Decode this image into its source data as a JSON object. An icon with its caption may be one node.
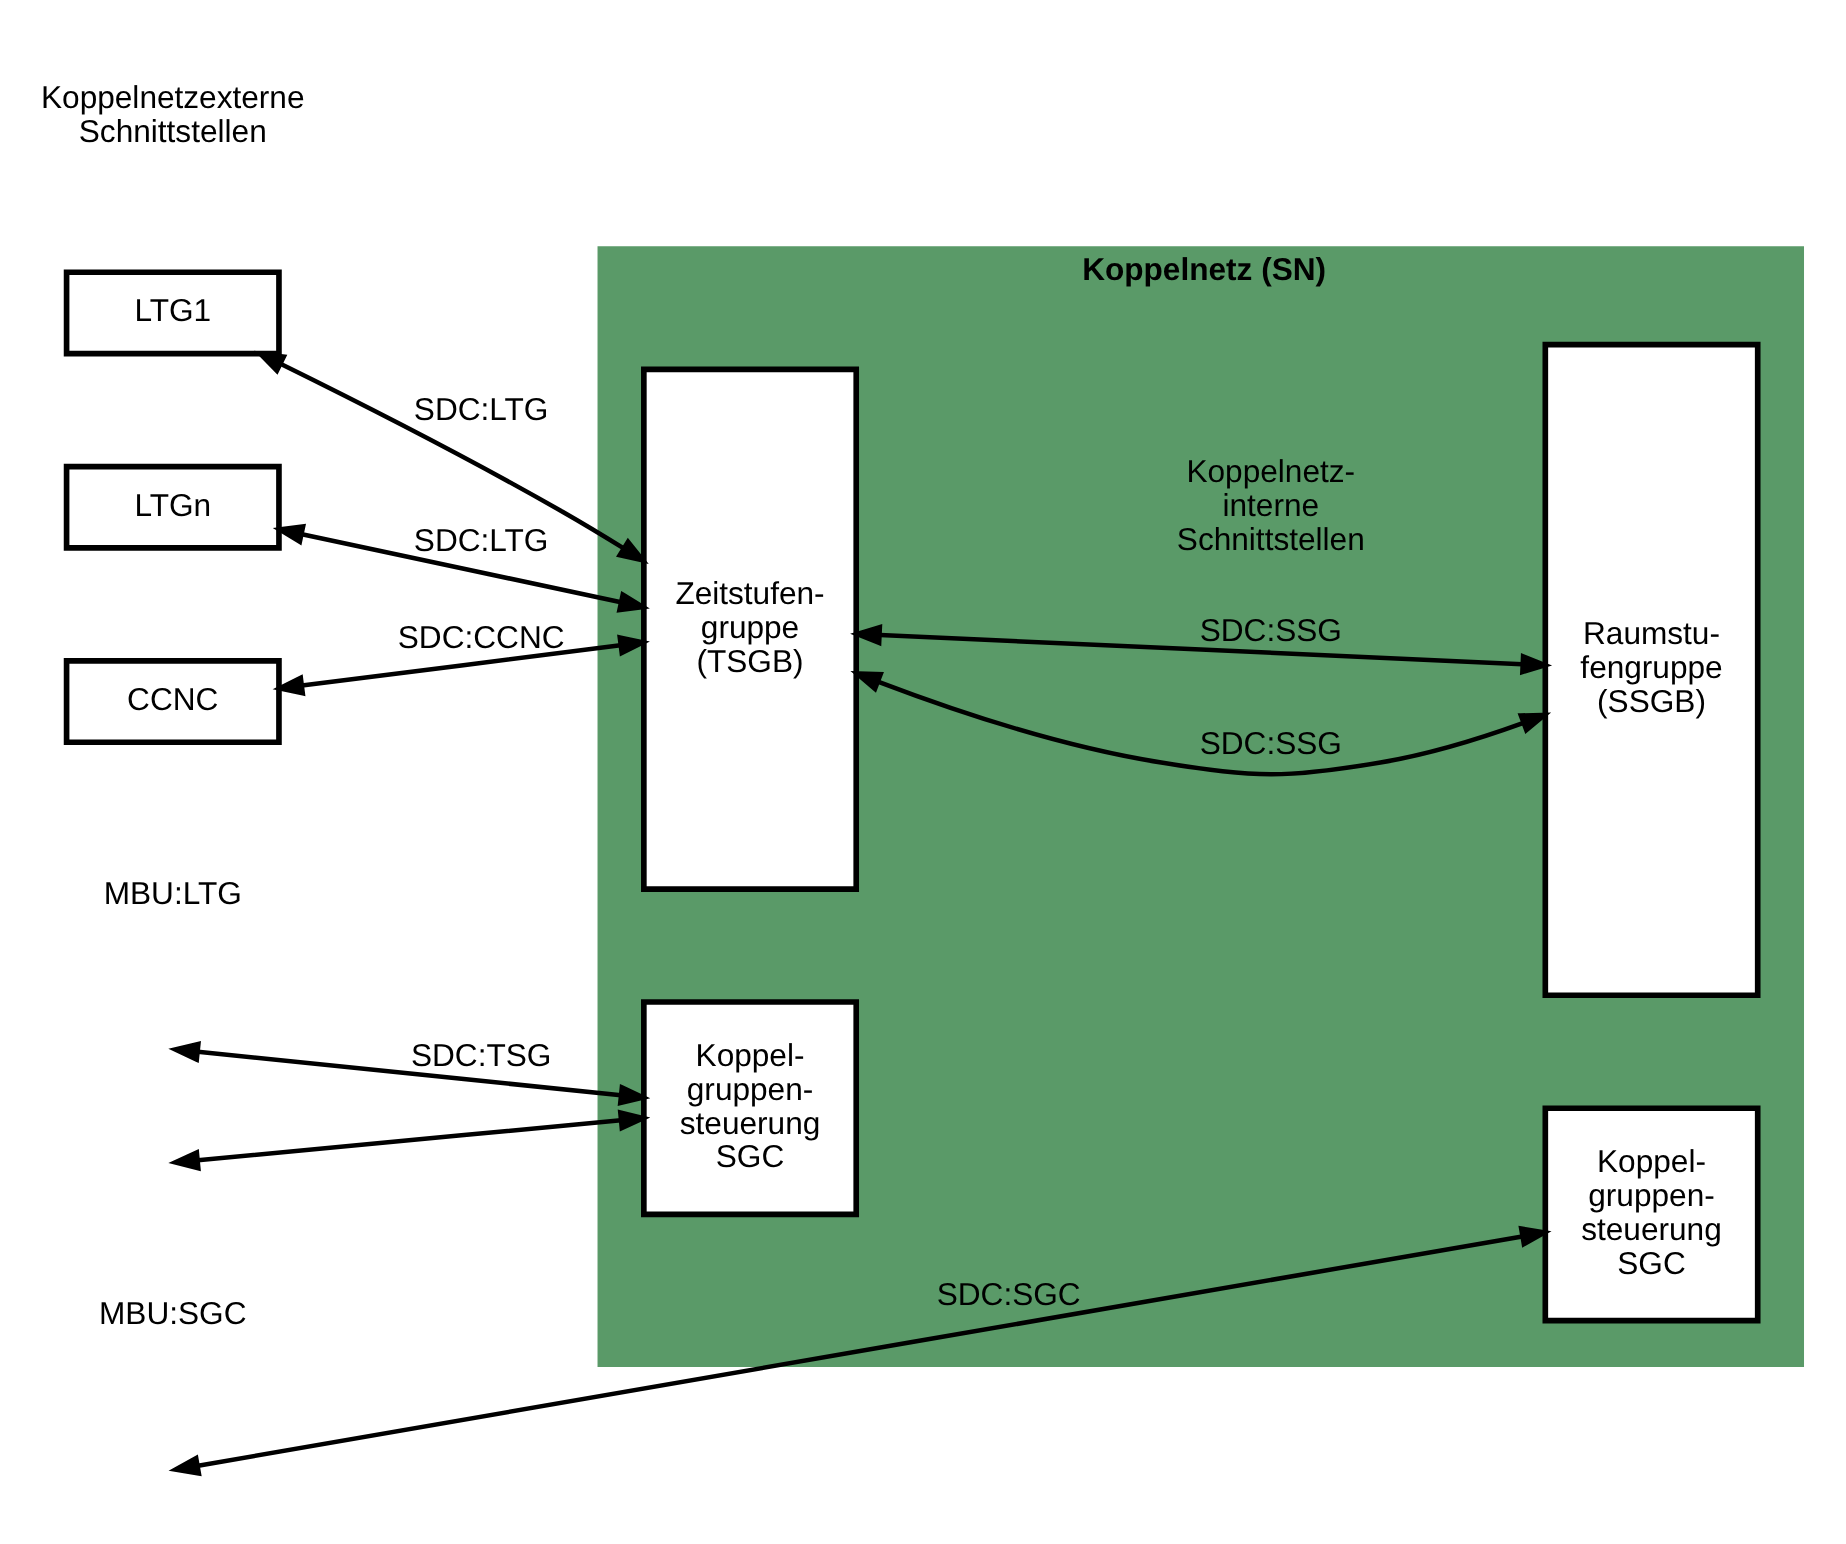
{
  "diagram": {
    "nodes": [
      {
        "text": [
          "Koppelnetz (SN)"
        ]
      },
      {
        "text": [
          "LTG1"
        ]
      },
      {
        "text": [
          "LTGn"
        ]
      },
      {
        "text": [
          "CCNC"
        ]
      },
      {
        "text": [
          "Zeitstufen- gruppe (TSGB)"
        ],
        "in": 0
      },
      {
        "text": [
          "Koppel- gruppen- steuerung SGC"
        ],
        "in": 0
      },
      {
        "text": [
          "Raumstu- fengruppe (SSGB)"
        ],
        "in": 0
      },
      {
        "text": [
          "Koppel- gruppen- steuerung SGC"
        ],
        "in": 0
      }
    ],
    "edges": [
      {
        "from": 1,
        "to": 4,
        "arrow": "both",
        "label": "SDC:LTG"
      },
      {
        "from": 2,
        "to": 4,
        "arrow": "both",
        "label": "SDC:LTG"
      },
      {
        "from": 3,
        "to": 4,
        "arrow": "both",
        "label": "SDC:CCNC"
      },
      {
        "from": 4,
        "to": 6,
        "arrow": "both",
        "label": "SDC:SSG"
      },
      {
        "from": 4,
        "to": 6,
        "arrow": "both",
        "label": "SDC:SSG"
      },
      {
        "from": null,
        "to": 5,
        "arrow": "both",
        "label": "SDC:TSG"
      },
      {
        "from": null,
        "to": 5,
        "arrow": "both"
      },
      {
        "from": null,
        "to": 7,
        "arrow": "both",
        "label": "SDC:SGC"
      }
    ],
    "labels": [
      "Koppelnetzexterne Schnittstellen",
      "Koppelnetz- interne Schnittstellen",
      "MBU:LTG",
      "MBU:SGC"
    ]
  }
}
